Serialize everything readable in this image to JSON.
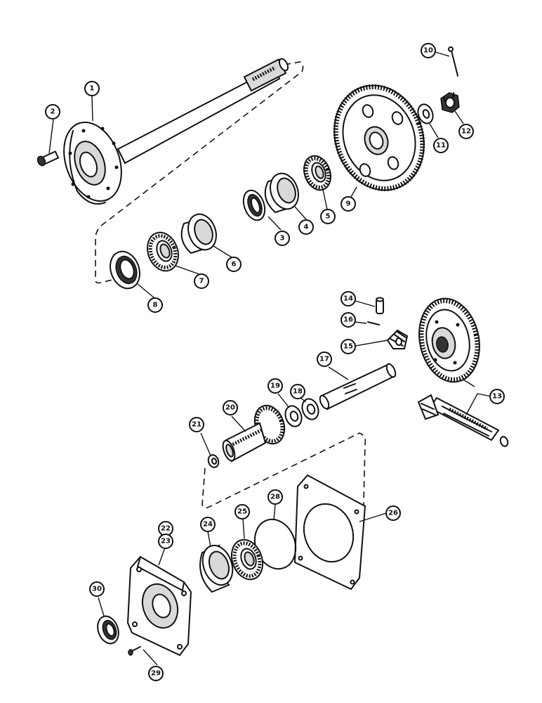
{
  "callouts": [
    {
      "id": "c1",
      "label": "1"
    },
    {
      "id": "c2",
      "label": "2"
    },
    {
      "id": "c3",
      "label": "3"
    },
    {
      "id": "c4",
      "label": "4"
    },
    {
      "id": "c5",
      "label": "5"
    },
    {
      "id": "c6",
      "label": "6"
    },
    {
      "id": "c7",
      "label": "7"
    },
    {
      "id": "c8",
      "label": "8"
    },
    {
      "id": "c9",
      "label": "9"
    },
    {
      "id": "c10",
      "label": "10"
    },
    {
      "id": "c11",
      "label": "11"
    },
    {
      "id": "c12",
      "label": "12"
    },
    {
      "id": "c13",
      "label": "13"
    },
    {
      "id": "c14",
      "label": "14"
    },
    {
      "id": "c15",
      "label": "15"
    },
    {
      "id": "c16",
      "label": "16"
    },
    {
      "id": "c17",
      "label": "17"
    },
    {
      "id": "c18",
      "label": "18"
    },
    {
      "id": "c19",
      "label": "19"
    },
    {
      "id": "c20",
      "label": "20"
    },
    {
      "id": "c21",
      "label": "21"
    },
    {
      "id": "c22",
      "label": "22"
    },
    {
      "id": "c23",
      "label": "23"
    },
    {
      "id": "c24",
      "label": "24"
    },
    {
      "id": "c25",
      "label": "25"
    },
    {
      "id": "c26",
      "label": "26"
    },
    {
      "id": "c28",
      "label": "28"
    },
    {
      "id": "c29",
      "label": "29"
    },
    {
      "id": "c30",
      "label": "30"
    }
  ]
}
